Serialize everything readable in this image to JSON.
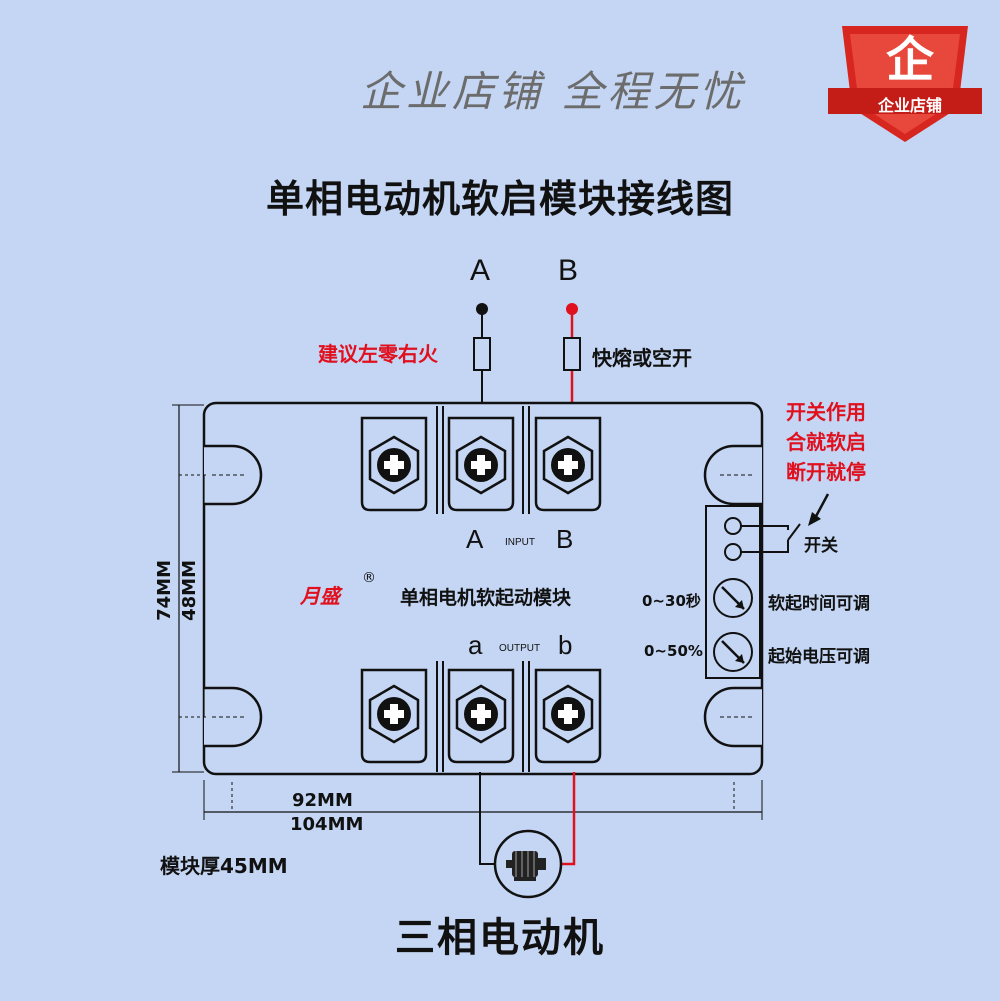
{
  "slogan": "企业店铺 全程无忧",
  "badge": {
    "char": "企",
    "label": "企业店铺",
    "color": "#d6261f"
  },
  "title": "单相电动机软启模块接线图",
  "input_lines": {
    "a_label": "A",
    "b_label": "B"
  },
  "notes": {
    "neutral_live": "建议左零右火",
    "fuse": "快熔或空开",
    "switch_function": [
      "开关作用",
      "合就软启",
      "断开就停"
    ]
  },
  "module": {
    "brand": "月盛",
    "registered": "®",
    "name": "单相电机软起动模块",
    "input_a": "A",
    "input_word": "INPUT",
    "input_b": "B",
    "output_a": "a",
    "output_word": "OUTPUT",
    "output_b": "b",
    "switch_label": "开关",
    "time_range": "0~30秒",
    "time_label": "软起时间可调",
    "voltage_range": "0~50%",
    "voltage_label": "起始电压可调"
  },
  "dimensions": {
    "inner_height": "48MM",
    "outer_height": "74MM",
    "inner_width": "92MM",
    "outer_width": "104MM",
    "thickness": "模块厚45MM"
  },
  "motor_label": "三相电动机",
  "colors": {
    "background": "#c4d6f3",
    "live_wire": "#e0101e",
    "neutral_wire": "#111111"
  }
}
